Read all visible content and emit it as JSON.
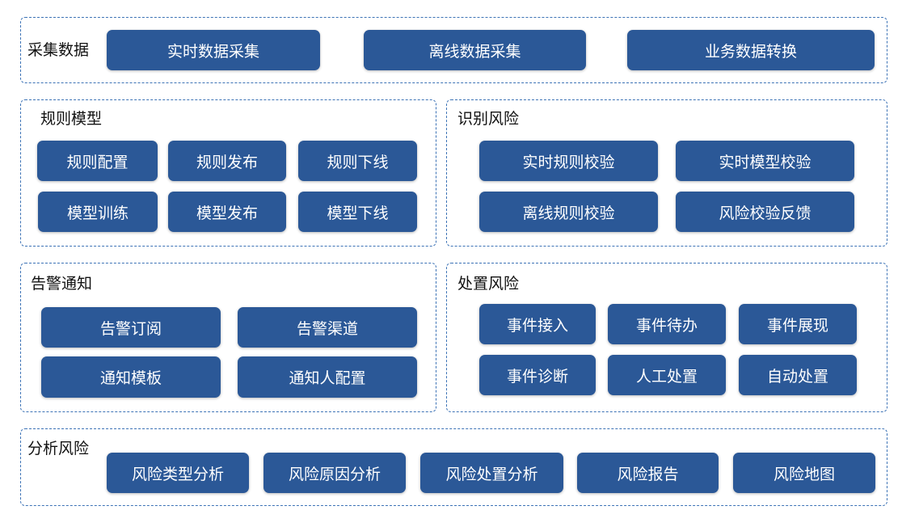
{
  "collect": {
    "title": "采集数据",
    "items": [
      "实时数据采集",
      "离线数据采集",
      "业务数据转换"
    ]
  },
  "rules": {
    "title": "规则模型",
    "items": [
      "规则配置",
      "规则发布",
      "规则下线",
      "模型训练",
      "模型发布",
      "模型下线"
    ]
  },
  "identify": {
    "title": "识别风险",
    "items": [
      "实时规则校验",
      "实时模型校验",
      "离线规则校验",
      "风险校验反馈"
    ]
  },
  "alert": {
    "title": "告警通知",
    "items": [
      "告警订阅",
      "告警渠道",
      "通知模板",
      "通知人配置"
    ]
  },
  "handle": {
    "title": "处置风险",
    "items": [
      "事件接入",
      "事件待办",
      "事件展现",
      "事件诊断",
      "人工处置",
      "自动处置"
    ]
  },
  "analyze": {
    "title": "分析风险",
    "items": [
      "风险类型分析",
      "风险原因分析",
      "风险处置分析",
      "风险报告",
      "风险地图"
    ]
  },
  "colors": {
    "box": "#2b5897",
    "border": "#3d73b6"
  }
}
